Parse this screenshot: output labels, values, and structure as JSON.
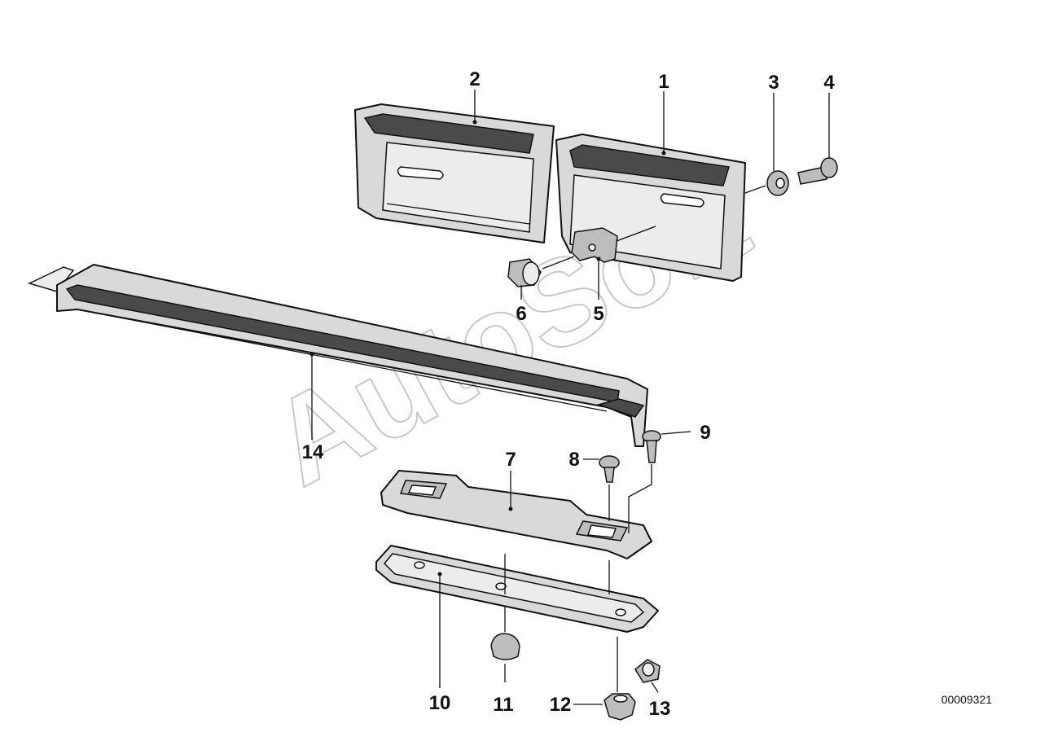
{
  "watermark": "AutoSoft",
  "document_id": "00009321",
  "callouts": [
    {
      "id": "1",
      "label": "1"
    },
    {
      "id": "2",
      "label": "2"
    },
    {
      "id": "3",
      "label": "3"
    },
    {
      "id": "4",
      "label": "4"
    },
    {
      "id": "5",
      "label": "5"
    },
    {
      "id": "6",
      "label": "6"
    },
    {
      "id": "7",
      "label": "7"
    },
    {
      "id": "8",
      "label": "8"
    },
    {
      "id": "9",
      "label": "9"
    },
    {
      "id": "10",
      "label": "10"
    },
    {
      "id": "11",
      "label": "11"
    },
    {
      "id": "12",
      "label": "12"
    },
    {
      "id": "13",
      "label": "13"
    },
    {
      "id": "14",
      "label": "14"
    }
  ]
}
